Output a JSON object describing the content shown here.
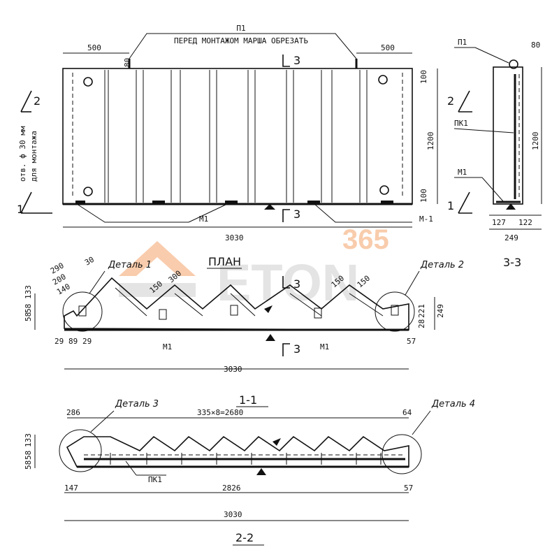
{
  "title_note": "ПЕРЕД МОНТАЖОМ МАРША ОБРЕЗАТЬ",
  "marks": {
    "p1": "П1",
    "m1": "М1",
    "m_1": "М-1",
    "pk1": "ПК1"
  },
  "section_labels": {
    "s1": "1",
    "s2": "2",
    "s3": "3",
    "s11": "1-1",
    "s22": "2-2",
    "s33": "3-3"
  },
  "plan_title": "ПЛАН",
  "details": {
    "d1": "Деталь 1",
    "d2": "Деталь 2",
    "d3": "Деталь 3",
    "d4": "Деталь 4"
  },
  "side_note_1": "отв. ф 30 мм",
  "side_note_2": "для монтажа",
  "dims": {
    "d500": "500",
    "d80": "80",
    "d100": "100",
    "d1200": "1200",
    "d3030": "3030",
    "d127": "127",
    "d122": "122",
    "d249": "249",
    "d290": "290",
    "d30": "30",
    "d200": "200",
    "d140": "140",
    "d150": "150",
    "d300": "300",
    "d58": "58",
    "d58b": "58",
    "d133": "133",
    "d29": "29",
    "d89": "89",
    "d221": "221",
    "d28": "28",
    "d57": "57",
    "d286": "286",
    "d64": "64",
    "d335": "335×8=2680",
    "d147": "147",
    "d2826": "2826"
  },
  "watermark": {
    "line1": "365",
    "line2": "ETON",
    "color": "#f4a36a",
    "gray": "#cfcfcf"
  }
}
